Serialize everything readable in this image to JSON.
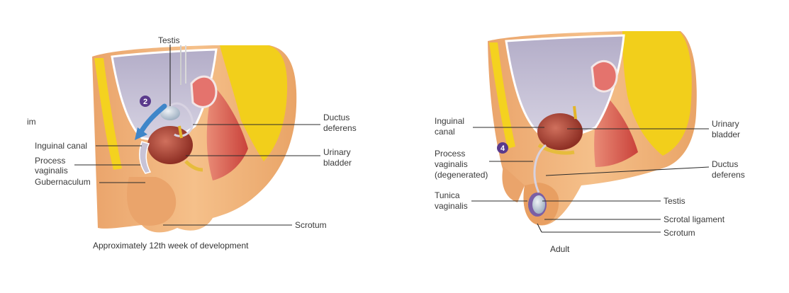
{
  "panels": [
    {
      "caption": "Approximately 12th week of development",
      "step": "2",
      "cut_label_left": "im",
      "labels": {
        "testis_top": "Testis",
        "ductus_1": "Ductus",
        "ductus_2": "deferens",
        "inguinal": "Inguinal canal",
        "process_1": "Process",
        "process_2": "vaginalis",
        "gubernaculum": "Gubernaculum",
        "urinary_1": "Urinary",
        "urinary_2": "bladder",
        "scrotum": "Scrotum"
      }
    },
    {
      "caption": "Adult",
      "step": "4",
      "labels": {
        "inguinal_1": "Inguinal",
        "inguinal_2": "canal",
        "process_1": "Process",
        "process_2": "vaginalis",
        "process_3": "(degenerated)",
        "tunica_1": "Tunica",
        "tunica_2": "vaginalis",
        "urinary_1": "Urinary",
        "urinary_2": "bladder",
        "ductus_1": "Ductus",
        "ductus_2": "deferens",
        "testis": "Testis",
        "scrotal_ligament": "Scrotal ligament",
        "scrotum": "Scrotum"
      }
    }
  ],
  "colors": {
    "skin": "#f2b77e",
    "skin_dark": "#e29b5e",
    "fat": "#f4d21f",
    "cavity": "#c9c4d8",
    "peritoneum": "#e9e5f0",
    "muscle": "#d9504a",
    "bladder": "#b9473a",
    "step_badge": "#5a3a8c",
    "arrow": "#3f86c9"
  }
}
